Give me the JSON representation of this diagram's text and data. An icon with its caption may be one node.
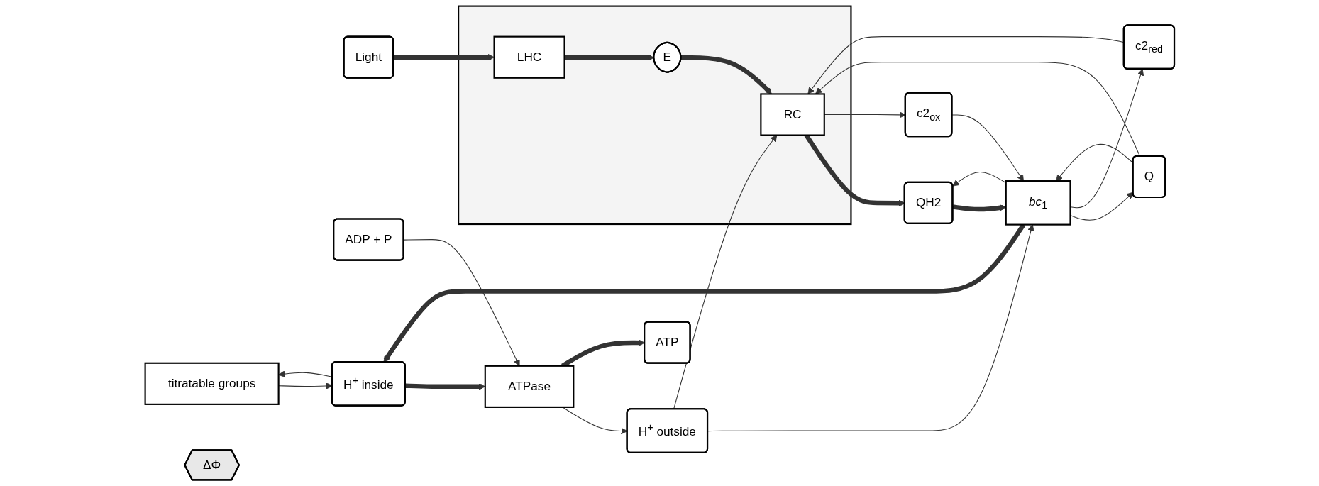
{
  "diagram": {
    "nodes": [
      {
        "text": [
          "Light"
        ]
      },
      {
        "text": [
          "H$^{+}$ outside"
        ]
      },
      {
        "text": [
          "ADP + P"
        ]
      },
      {
        "text": [
          "ATP"
        ]
      },
      {
        "text": [],
        "shape": "box"
      },
      {
        "text": [
          "LHC"
        ],
        "in": 4
      },
      {
        "text": [
          "E"
        ],
        "in": 4
      },
      {
        "text": [
          "RC"
        ],
        "in": 4
      },
      {
        "text": [
          "QH2"
        ]
      },
      {
        "text": [
          "Q"
        ]
      },
      {
        "text": [
          "*bc*$_{1}$"
        ]
      },
      {
        "text": [
          "ΔΦ"
        ]
      },
      {
        "text": [
          "ATPase"
        ]
      },
      {
        "text": [
          "titratable groups"
        ]
      },
      {
        "text": [
          "c2$_{red}$"
        ]
      },
      {
        "text": [
          "c2$_{ox}$"
        ]
      },
      {
        "text": [
          "H$^{+}$ inside"
        ]
      }
    ],
    "edges": [
      {
        "from": 0,
        "to": 5,
        "arrow": "to",
        "style": "thick"
      },
      {
        "from": 5,
        "to": 6,
        "arrow": "to",
        "style": "thick"
      },
      {
        "from": 6,
        "to": 7,
        "arrow": "to",
        "style": "thick"
      },
      {
        "from": 1,
        "to": 7,
        "arrow": "to"
      },
      {
        "from": 7,
        "to": 8,
        "arrow": "to",
        "style": "thick"
      },
      {
        "from": 9,
        "to": 7,
        "arrow": "to"
      },
      {
        "from": 8,
        "to": 10,
        "arrow": "to",
        "style": "thick"
      },
      {
        "from": 10,
        "to": 9,
        "arrow": "to"
      },
      {
        "from": 10,
        "to": 8,
        "arrow": "to"
      },
      {
        "from": 9,
        "to": 10,
        "arrow": "to"
      },
      {
        "from": 1,
        "to": 10,
        "arrow": "to"
      },
      {
        "from": 14,
        "to": 7,
        "arrow": "to"
      },
      {
        "from": 7,
        "to": 15,
        "arrow": "to"
      },
      {
        "from": 10,
        "to": 14,
        "arrow": "to"
      },
      {
        "from": 15,
        "to": 10,
        "arrow": "to"
      },
      {
        "from": 10,
        "to": 16,
        "arrow": "to",
        "style": "thick"
      },
      {
        "from": 12,
        "to": 1,
        "arrow": "to"
      },
      {
        "from": 2,
        "to": 12,
        "arrow": "to"
      },
      {
        "from": 12,
        "to": 3,
        "arrow": "to",
        "style": "thick"
      },
      {
        "from": 16,
        "to": 12,
        "arrow": "to",
        "style": "thick"
      },
      {
        "from": 13,
        "to": 16,
        "arrow": "to"
      },
      {
        "from": 16,
        "to": 13,
        "arrow": "to"
      }
    ]
  }
}
